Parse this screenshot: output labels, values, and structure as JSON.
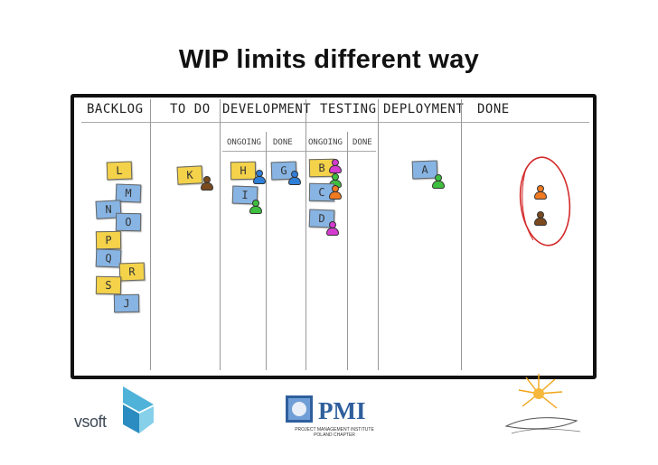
{
  "slide": {
    "title": "WIP limits different way"
  },
  "columns": [
    {
      "key": "backlog",
      "label": "BACKLOG"
    },
    {
      "key": "todo",
      "label": "TO DO"
    },
    {
      "key": "development",
      "label": "DEVELOPMENT"
    },
    {
      "key": "testing",
      "label": "TESTING"
    },
    {
      "key": "deployment",
      "label": "DEPLOYMENT"
    },
    {
      "key": "done",
      "label": "DONE"
    }
  ],
  "subcolumns": {
    "development": [
      "ONGOING",
      "DONE"
    ],
    "testing": [
      "ONGOING",
      "DONE"
    ]
  },
  "cards": {
    "L": "L",
    "M": "M",
    "N": "N",
    "O": "O",
    "P": "P",
    "Q": "Q",
    "R": "R",
    "S": "S",
    "J": "J",
    "K": "K",
    "H": "H",
    "I": "I",
    "G": "G",
    "B": "B",
    "C": "C",
    "D": "D",
    "A": "A"
  },
  "colors": {
    "card_yellow": "#f4d24a",
    "card_blue": "#87b4e3",
    "person_brown": "#7a4a1e",
    "person_blue": "#2f7fd8",
    "person_green": "#3fbf3f",
    "person_magenta": "#d63bd0",
    "person_orange": "#f07a22",
    "circle_red": "#d42a2a"
  },
  "logos": {
    "vsoft": "vsoft",
    "pmi": "PMI",
    "pmi_line1": "PROJECT MANAGEMENT INSTITUTE",
    "pmi_line2": "POLAND CHAPTER"
  }
}
